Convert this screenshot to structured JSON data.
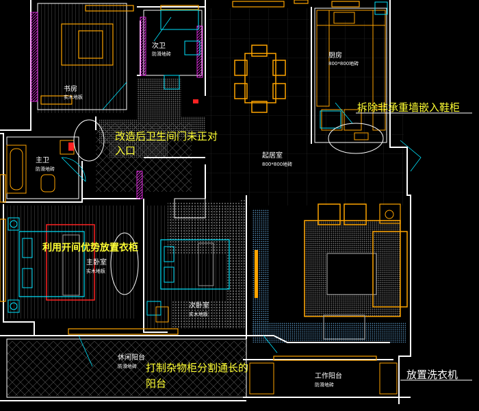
{
  "rooms": {
    "study": {
      "name": "书房",
      "floor": "实木地板"
    },
    "bath2": {
      "name": "次卫",
      "floor": "防滑地砖"
    },
    "kitchen": {
      "name": "厨房",
      "floor": "800*800地砖"
    },
    "living": {
      "name": "起居室",
      "floor": "800*800地砖"
    },
    "master_bath": {
      "name": "主卫",
      "floor": "防滑地砖"
    },
    "master_bed": {
      "name": "主卧室",
      "floor": "实木地板"
    },
    "second_bed": {
      "name": "次卧室",
      "floor": "实木地板"
    },
    "leisure_balcony": {
      "name": "休闲阳台",
      "floor": "防滑地砖"
    },
    "work_balcony": {
      "name": "工作阳台",
      "floor": "防滑地砖"
    }
  },
  "annotations": {
    "shoe_cabinet": "拆除非承重墙嵌入鞋柜",
    "bath_door_line1": "改造后卫生间门未正对",
    "bath_door_line2": "入口",
    "wardrobe": "利用开间优势放置衣柜",
    "storage_line1": "打制杂物柜分割通长的",
    "storage_line2": "阳台",
    "washer": "放置洗衣机"
  },
  "colors": {
    "background": "#000000",
    "wall": "#ffffff",
    "furniture": "#ffa500",
    "fixture": "#00e5ff",
    "wall_hatch": "#ff33ff",
    "annotation": "#ffff33",
    "rug_pattern": "#888888"
  }
}
